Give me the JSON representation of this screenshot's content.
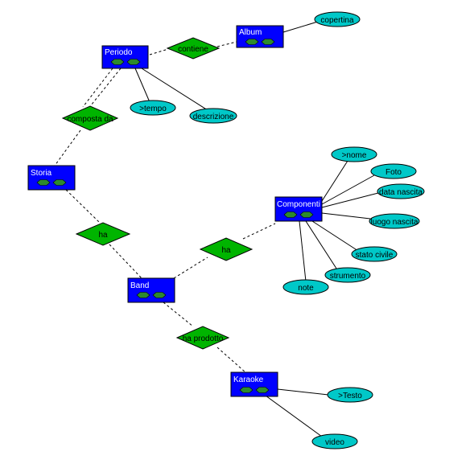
{
  "colors": {
    "entity_fill": "#0000ff",
    "entity_dot": "#2d8a2d",
    "relationship_fill": "#00b400",
    "attribute_fill": "#00c8c8",
    "line": "#000000"
  },
  "entities": {
    "periodo": "Periodo",
    "album": "Album",
    "storia": "Storia",
    "band": "Band",
    "componenti": "Componenti",
    "karaoke": "Karaoke"
  },
  "relationships": {
    "contiene": "contiene",
    "composta_da": "composta da",
    "ha_storia": "ha",
    "ha_componenti": "ha",
    "ha_prodotto": "ha prodotto"
  },
  "attributes": {
    "copertina": "copertina",
    "tempo": ">tempo",
    "descrizione": "descrizione",
    "nome": ">nome",
    "foto": "Foto",
    "data_nascita": "data nascita",
    "luogo_nascita": "luogo nascita",
    "stato_civile": "stato civile",
    "strumento": "strumento",
    "note": "note",
    "testo": ">Testo",
    "video": "video"
  }
}
